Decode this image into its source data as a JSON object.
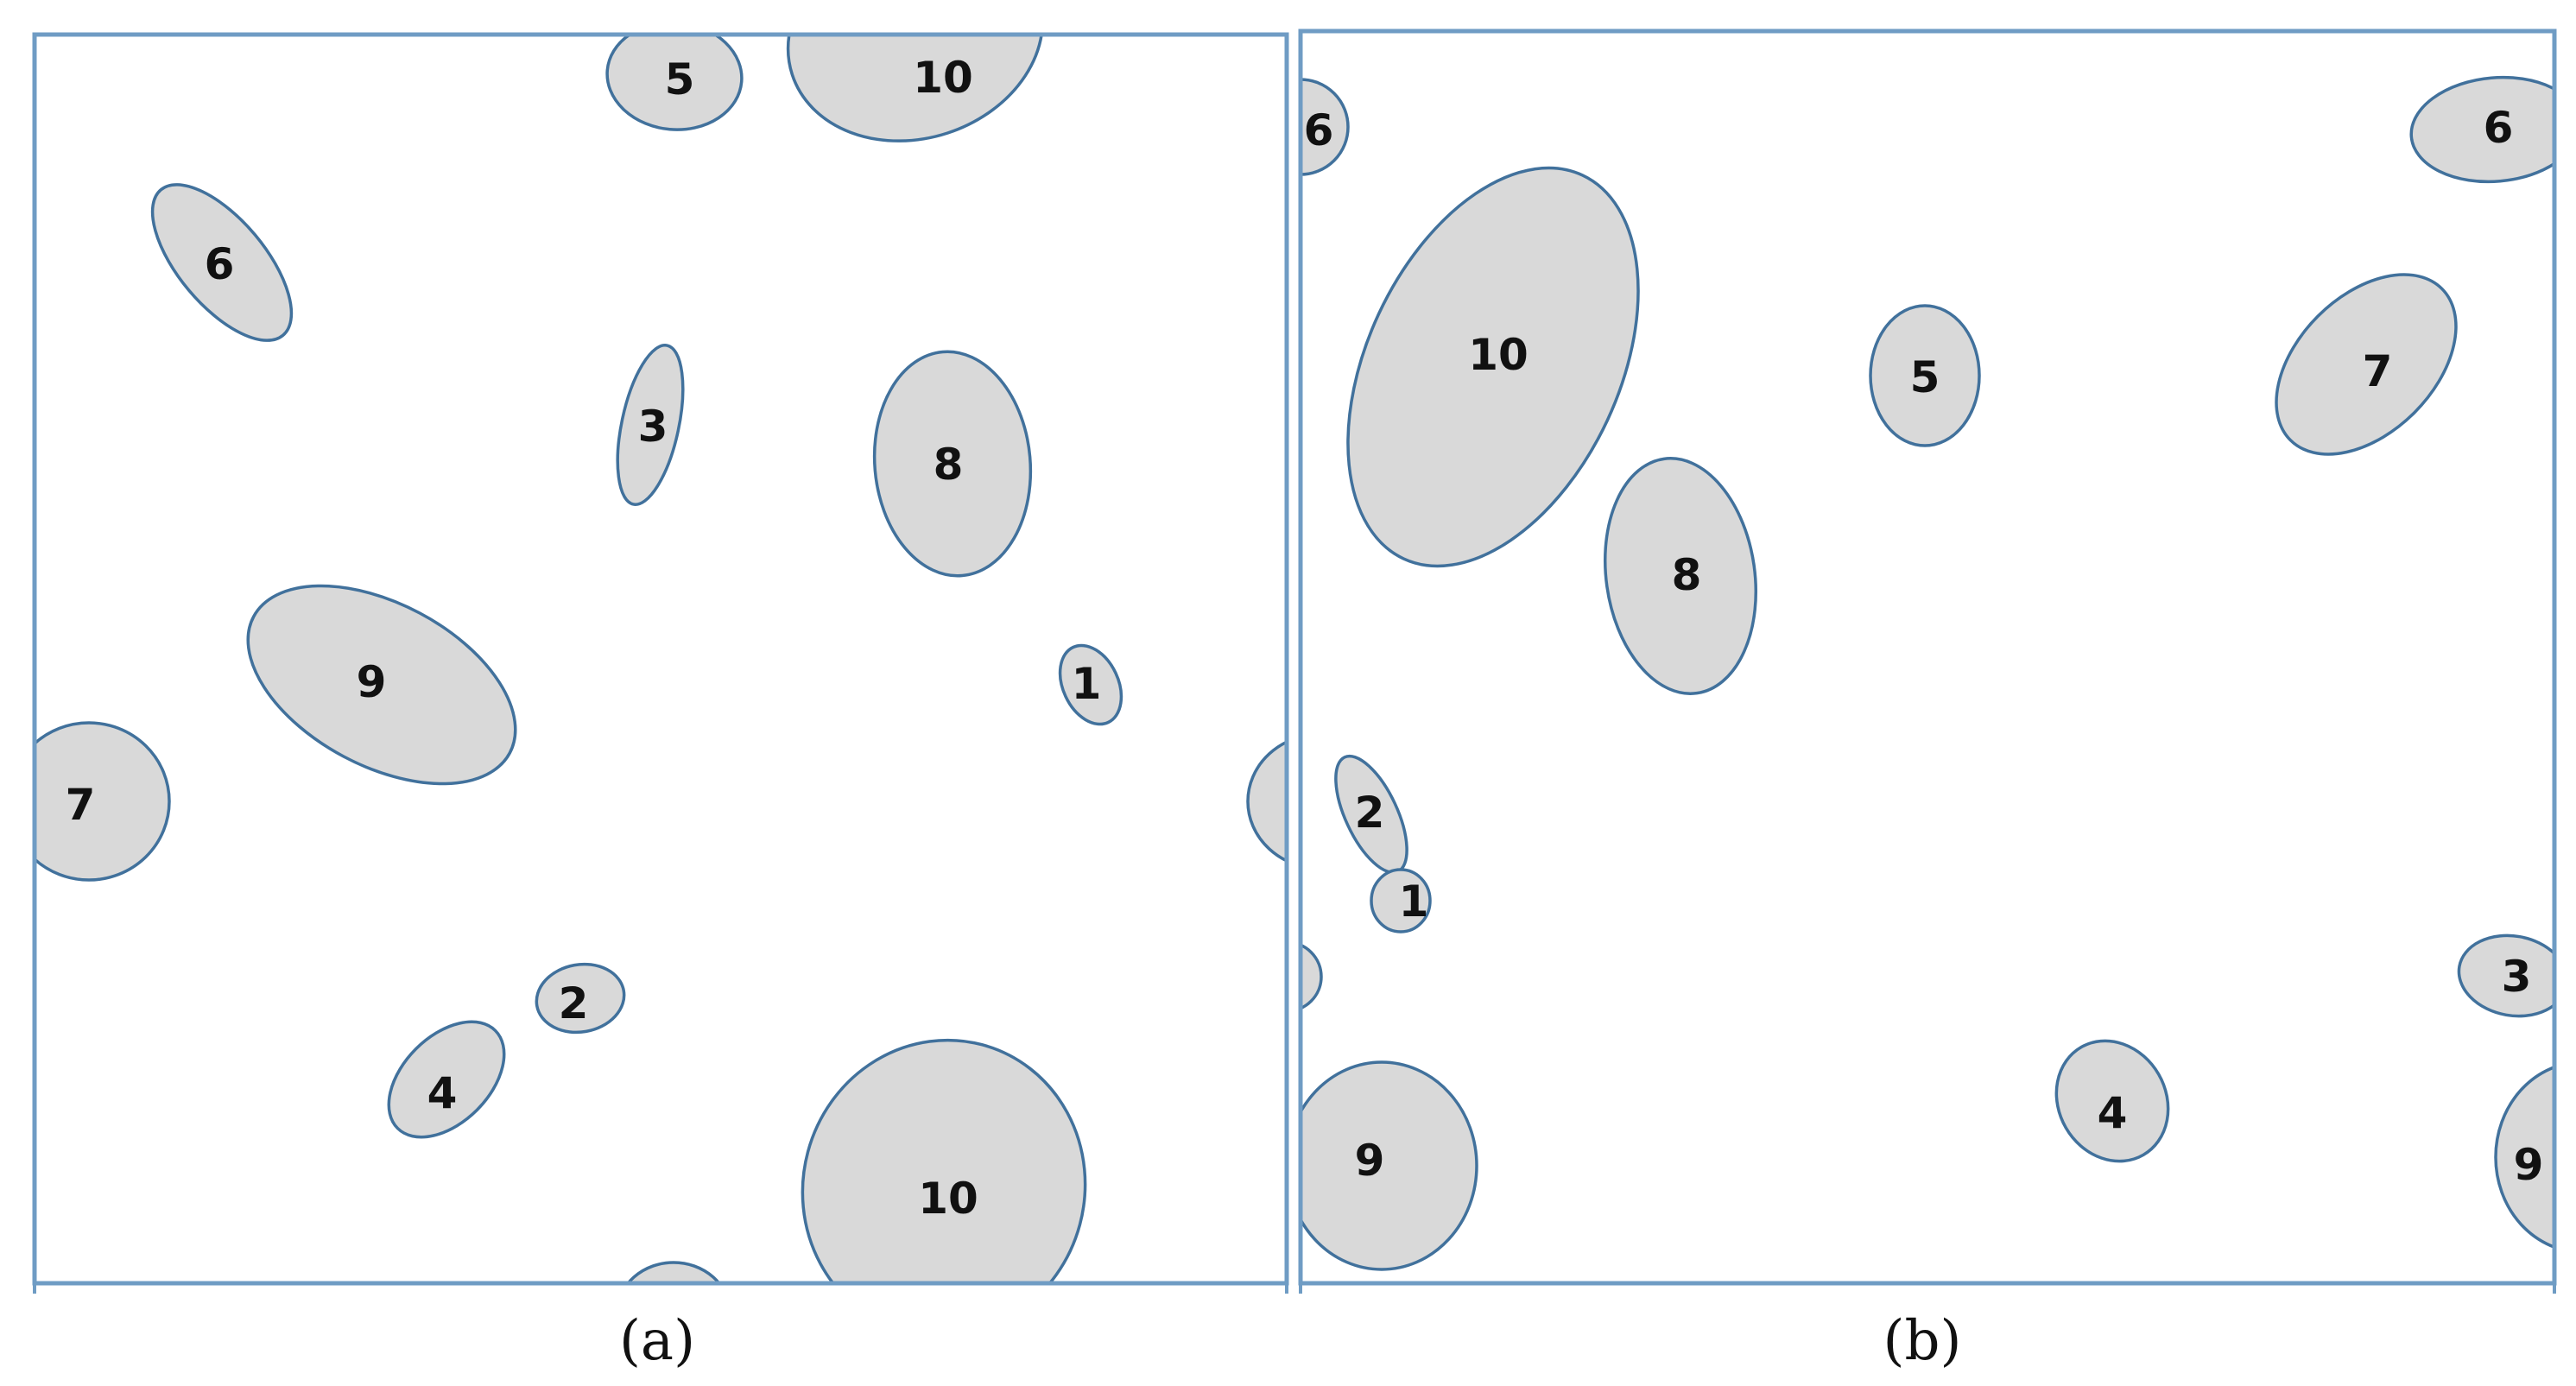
{
  "panels": [
    {
      "caption": "(a)",
      "particle_labels": [
        "5",
        "10",
        "6",
        "3",
        "8",
        "9",
        "1",
        "7",
        "2",
        "4",
        "10",
        "",
        ""
      ]
    },
    {
      "caption": "(b)",
      "particle_labels": [
        "6",
        "6",
        "10",
        "5",
        "7",
        "8",
        "2",
        "1",
        "",
        "3",
        "4",
        "9",
        "9"
      ]
    }
  ],
  "colors": {
    "frame": "#6f9cc4",
    "particle_fill": "#d9d9d9",
    "particle_stroke": "#41719c",
    "text": "#111111"
  }
}
